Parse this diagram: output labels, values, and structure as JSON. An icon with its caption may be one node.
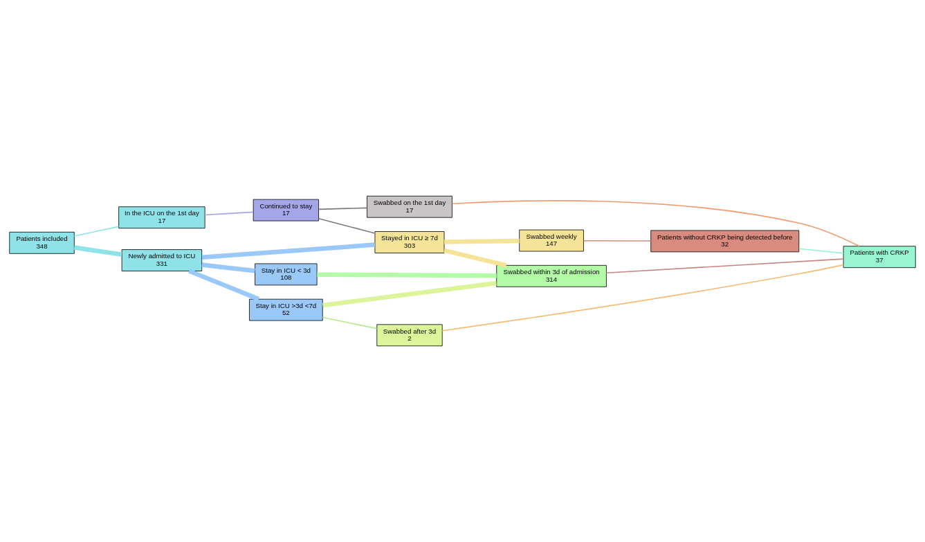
{
  "diagram": {
    "nodes": [
      {
        "text": [
          "Patients included",
          "348"
        ]
      },
      {
        "text": [
          "In the ICU on the 1st day",
          "17"
        ]
      },
      {
        "text": [
          "Newly admitted to ICU",
          "331"
        ]
      },
      {
        "text": [
          "Continued to stay",
          "17"
        ]
      },
      {
        "text": [
          "Stay in ICU < 3d",
          "108"
        ]
      },
      {
        "text": [
          "Stay in ICU >3d <7d",
          "52"
        ]
      },
      {
        "text": [
          "Stayed in ICU ≥ 7d",
          "303"
        ]
      },
      {
        "text": [
          "Swabbed on the 1st day",
          "17"
        ]
      },
      {
        "text": [
          "Swabbed after 3d",
          "2"
        ]
      },
      {
        "text": [
          "Swabbed weekly",
          "147"
        ]
      },
      {
        "text": [
          "Swabbed within 3d of admission",
          "314"
        ]
      },
      {
        "text": [
          "Patients without CRKP being detected before",
          "32"
        ]
      },
      {
        "text": [
          "Patients with CRKP",
          "37"
        ]
      }
    ],
    "edges": [
      {
        "from": 0,
        "to": 1,
        "arrow": "none",
        "color": "#8fe3e8"
      },
      {
        "from": 0,
        "to": 2,
        "arrow": "none",
        "style": "thick",
        "color": "#8fe3e8"
      },
      {
        "from": 1,
        "to": 3,
        "arrow": "none",
        "color": "#a5a5ea"
      },
      {
        "from": 2,
        "to": 6,
        "arrow": "none",
        "style": "thick",
        "color": "#9ac8f8"
      },
      {
        "from": 2,
        "to": 4,
        "arrow": "none",
        "style": "thick",
        "color": "#9ac8f8"
      },
      {
        "from": 2,
        "to": 5,
        "arrow": "none",
        "style": "thick",
        "color": "#9ac8f8"
      },
      {
        "from": 3,
        "to": 6,
        "arrow": "none",
        "color": "#7f7a80"
      },
      {
        "from": 3,
        "to": 7,
        "arrow": "none",
        "color": "#7f7a80"
      },
      {
        "from": 6,
        "to": 9,
        "arrow": "none",
        "style": "thick",
        "color": "#f5e498"
      },
      {
        "from": 6,
        "to": 10,
        "arrow": "none",
        "style": "thick",
        "color": "#f5e498"
      },
      {
        "from": 4,
        "to": 10,
        "arrow": "none",
        "style": "thick",
        "color": "#b3fba7"
      },
      {
        "from": 5,
        "to": 10,
        "arrow": "none",
        "style": "thick",
        "color": "#dcf59a"
      },
      {
        "from": 5,
        "to": 8,
        "arrow": "none",
        "color": "#b3ea8a"
      },
      {
        "from": 9,
        "to": 11,
        "arrow": "none",
        "color": "#d98b80"
      },
      {
        "from": 10,
        "to": 12,
        "arrow": "none",
        "color": "#c98680"
      },
      {
        "from": 11,
        "to": 12,
        "arrow": "none",
        "color": "#99f5cf"
      },
      {
        "from": 7,
        "to": 12,
        "arrow": "none",
        "color": "#f29a6e"
      },
      {
        "from": 8,
        "to": 12,
        "arrow": "none",
        "color": "#f5bb73"
      }
    ]
  }
}
